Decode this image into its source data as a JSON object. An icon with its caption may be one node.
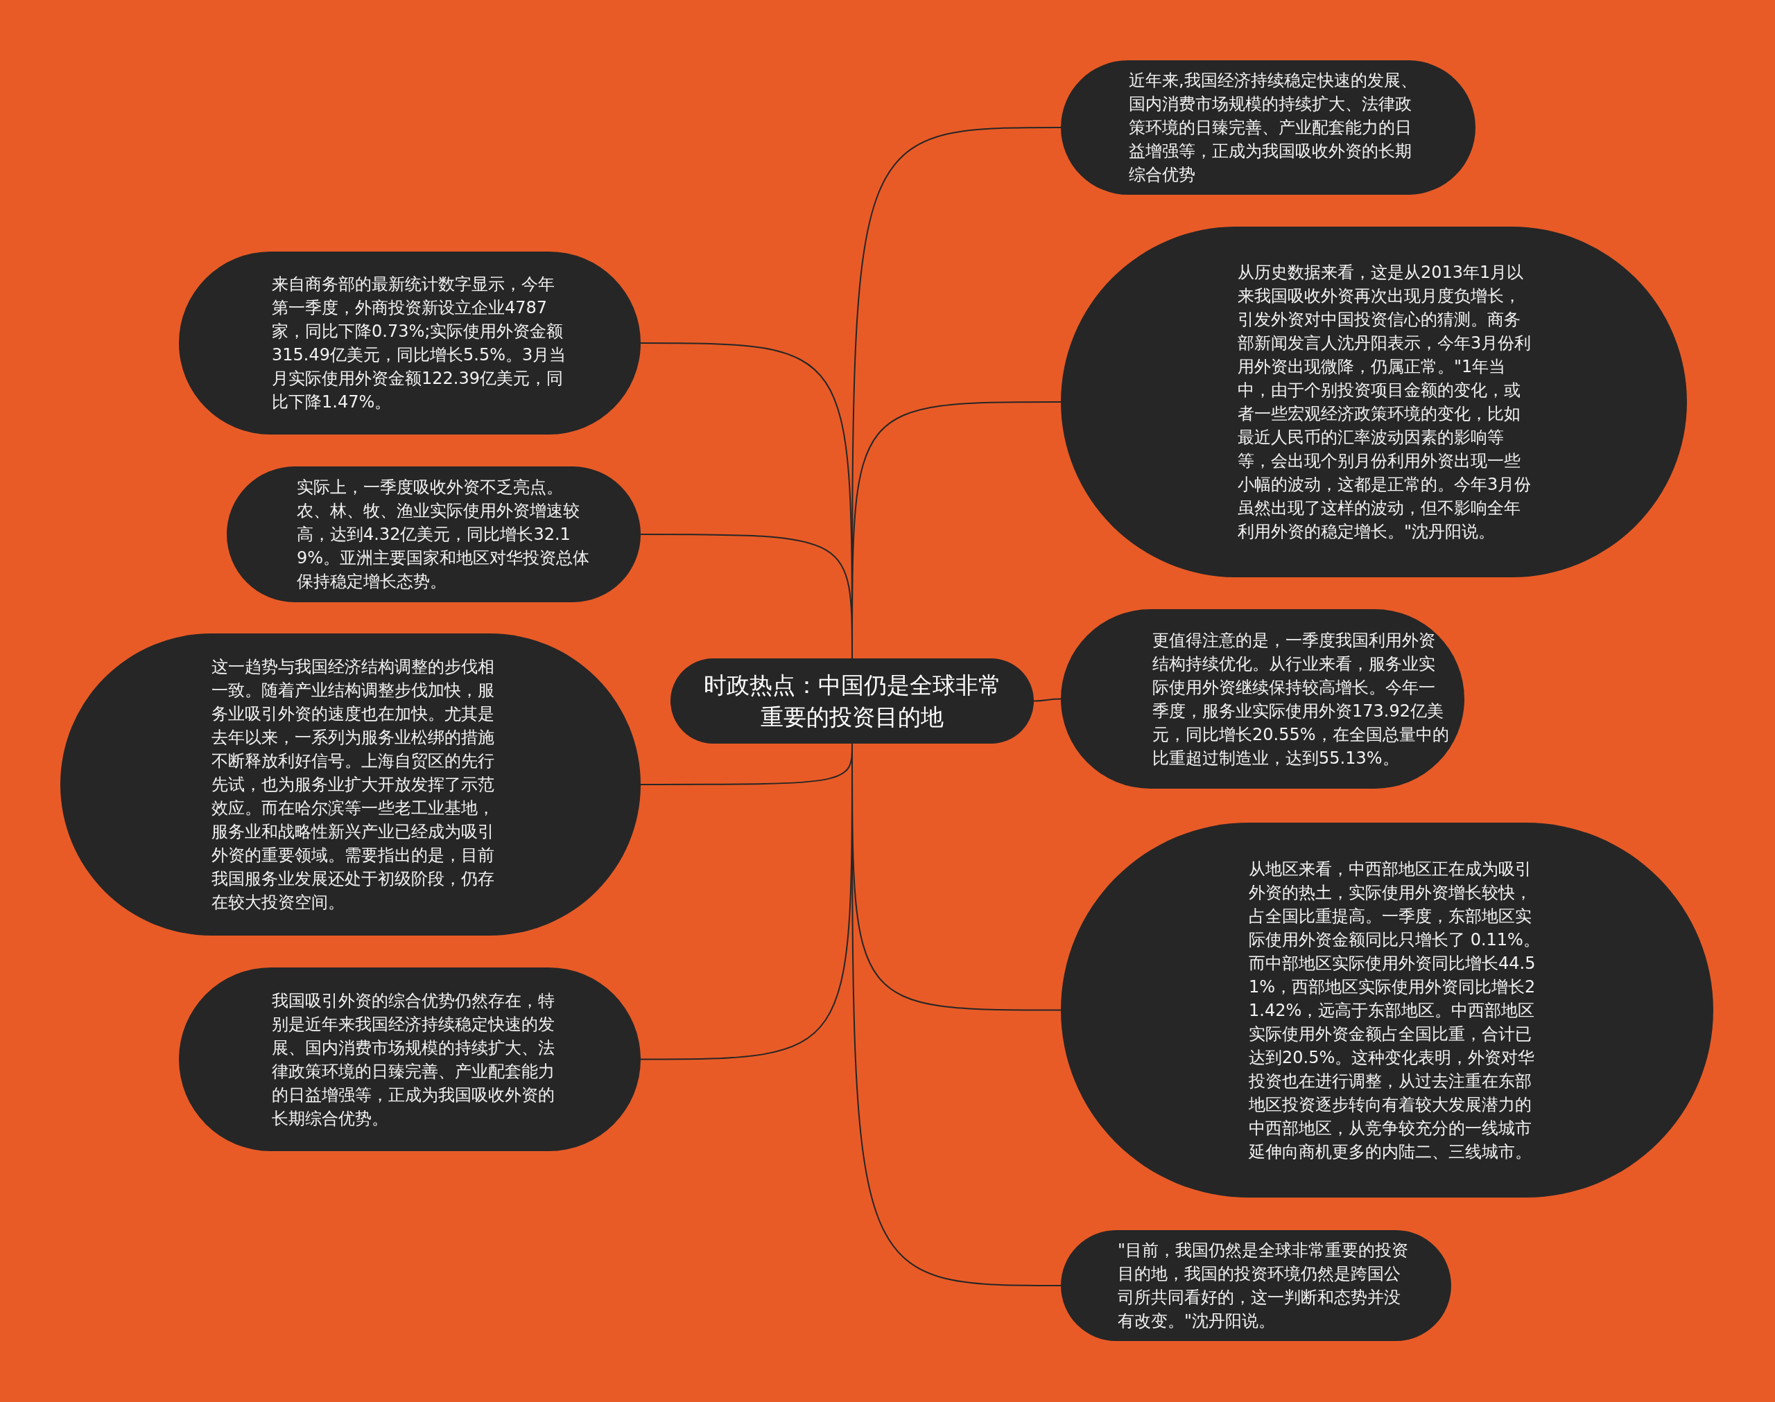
{
  "diagram": {
    "nodes": [
      {
        "text": [
          "时政热点：中国仍是全球非常重要的投资目的地"
        ]
      },
      {
        "text": [
          "来自商务部的最新统计数字显示，今年第一季度，外商投资新设立企业4787家，同比下降0.73%;实际使用外资金额315.49亿美元，同比增长5.5%。3月当月实际使用外资金额122.39亿美元，同比下降1.47%。"
        ]
      },
      {
        "text": [
          "实际上，一季度吸收外资不乏亮点。农、林、牧、渔业实际使用外资增速较高，达到4.32亿美元，同比增长32.19%。亚洲主要国家和地区对华投资总体保持稳定增长态势。"
        ]
      },
      {
        "text": [
          "这一趋势与我国经济结构调整的步伐相一致。随着产业结构调整步伐加快，服务业吸引外资的速度也在加快。尤其是去年以来，一系列为服务业松绑的措施不断释放利好信号。上海自贸区的先行先试，也为服务业扩大开放发挥了示范效应。而在哈尔滨等一些老工业基地，服务业和战略性新兴产业已经成为吸引外资的重要领域。需要指出的是，目前我国服务业发展还处于初级阶段，仍存在较大投资空间。"
        ]
      },
      {
        "text": [
          "我国吸引外资的综合优势仍然存在，特别是近年来我国经济持续稳定快速的发展、国内消费市场规模的持续扩大、法律政策环境的日臻完善、产业配套能力的日益增强等，正成为我国吸收外资的长期综合优势。"
        ]
      },
      {
        "text": [
          "近年来,我国经济持续稳定快速的发展、国内消费市场规模的持续扩大、法律政策环境的日臻完善、产业配套能力的日益增强等，正成为我国吸收外资的长期综合优势"
        ]
      },
      {
        "text": [
          "从历史数据来看，这是从2013年1月以来我国吸收外资再次出现月度负增长，引发外资对中国投资信心的猜测。商务部新闻发言人沈丹阳表示，今年3月份利用外资出现微降，仍属正常。\"1年当中，由于个别投资项目金额的变化，或者一些宏观经济政策环境的变化，比如最近人民币的汇率波动因素的影响等等，会出现个别月份利用外资出现一些小幅的波动，这都是正常的。今年3月份虽然出现了这样的波动，但不影响全年利用外资的稳定增长。\"沈丹阳说。"
        ]
      },
      {
        "text": [
          "更值得注意的是，一季度我国利用外资结构持续优化。从行业来看，服务业实际使用外资继续保持较高增长。今年一季度，服务业实际使用外资173.92亿美元，同比增长20.55%，在全国总量中的比重超过制造业，达到55.13%。"
        ]
      },
      {
        "text": [
          "从地区来看，中西部地区正在成为吸引外资的热土，实际使用外资增长较快，占全国比重提高。一季度，东部地区实际使用外资金额同比只增长了 0.11%。而中部地区实际使用外资同比增长44.51%，西部地区实际使用外资同比增长21.42%，远高于东部地区。中西部地区实际使用外资金额占全国比重，合计已达到20.5%。这种变化表明，外资对华投资也在进行调整，从过去注重在东部地区投资逐步转向有着较大发展潜力的中西部地区，从竞争较充分的一线城市延伸向商机更多的内陆二、三线城市。"
        ]
      },
      {
        "text": [
          "\"目前，我国仍然是全球非常重要的投资目的地，我国的投资环境仍然是跨国公司所共同看好的，这一判断和态势并没有改变。\"沈丹阳说。"
        ]
      }
    ],
    "edges": [
      {
        "from": 0,
        "to": 1,
        "arrow": "none"
      },
      {
        "from": 0,
        "to": 2,
        "arrow": "none"
      },
      {
        "from": 0,
        "to": 3,
        "arrow": "none"
      },
      {
        "from": 0,
        "to": 4,
        "arrow": "none"
      },
      {
        "from": 0,
        "to": 5,
        "arrow": "none"
      },
      {
        "from": 0,
        "to": 6,
        "arrow": "none"
      },
      {
        "from": 0,
        "to": 7,
        "arrow": "none"
      },
      {
        "from": 0,
        "to": 8,
        "arrow": "none"
      },
      {
        "from": 0,
        "to": 9,
        "arrow": "none"
      }
    ]
  }
}
